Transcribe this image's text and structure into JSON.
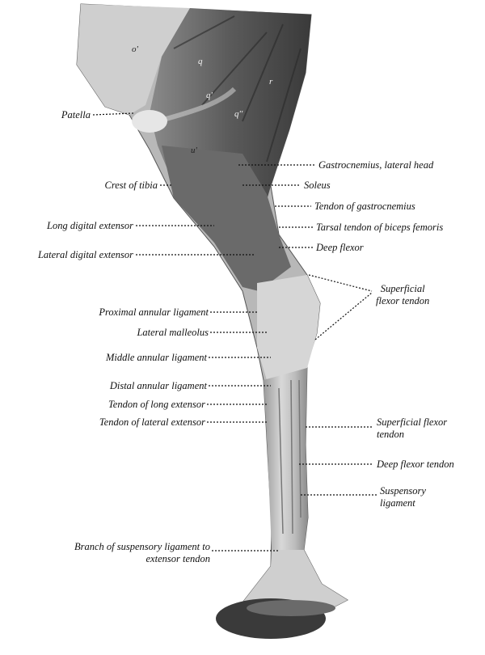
{
  "figure_letters": [
    "o'",
    "q",
    "q'",
    "q''",
    "r",
    "u'"
  ],
  "labels_left": [
    "Patella",
    "Crest of tibia",
    "Long digital extensor",
    "Lateral digital extensor",
    "Proximal annular ligament",
    "Lateral malleolus",
    "Middle annular ligament",
    "Distal annular ligament",
    "Tendon of long extensor",
    "Tendon of lateral extensor"
  ],
  "branch_label": [
    "Branch of suspensory ligament to",
    "extensor tendon"
  ],
  "labels_right": [
    "Gastrocnemius, lateral head",
    "Soleus",
    "Tendon of gastrocnemius",
    "Tarsal tendon of biceps femoris",
    "Deep flexor"
  ],
  "superficial_flexor_upper": [
    "Superficial",
    "flexor tendon"
  ],
  "superficial_flexor_lower": [
    "Superficial flexor",
    "tendon"
  ],
  "deep_flexor_tendon": "Deep flexor tendon",
  "suspensory_ligament": [
    "Suspensory",
    "ligament"
  ]
}
